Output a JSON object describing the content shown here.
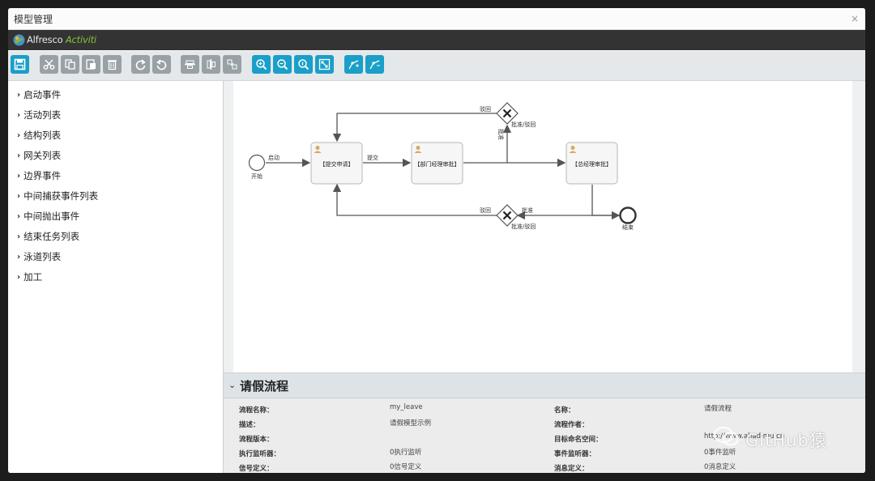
{
  "window": {
    "title": "模型管理",
    "close": "×"
  },
  "brand": {
    "part1": "Alfresco",
    "part2": "Activiti"
  },
  "toolbar": {
    "buttons": [
      "save-icon",
      "cut-icon",
      "copy-icon",
      "paste-icon",
      "delete-icon",
      "redo-icon",
      "undo-icon",
      "align-horizontal-icon",
      "align-vertical-icon",
      "same-size-icon",
      "zoom-in-icon",
      "zoom-out-icon",
      "zoom-actual-icon",
      "zoom-fit-icon",
      "bendpoint-add-icon",
      "bendpoint-remove-icon"
    ]
  },
  "sidebar": {
    "items": [
      {
        "label": "启动事件"
      },
      {
        "label": "活动列表"
      },
      {
        "label": "结构列表"
      },
      {
        "label": "网关列表"
      },
      {
        "label": "边界事件"
      },
      {
        "label": "中间捕获事件列表"
      },
      {
        "label": "中间抛出事件"
      },
      {
        "label": "结束任务列表"
      },
      {
        "label": "泳道列表"
      },
      {
        "label": "加工"
      }
    ]
  },
  "diagram": {
    "start_label": "开始",
    "end_label": "结束",
    "tasks": [
      "【提交申请】",
      "【部门经理审批】",
      "【总经理审批】"
    ],
    "flows": {
      "start": "启动",
      "submit": "提交",
      "reject_top": "驳回",
      "approve_reject_top": "批准/驳回",
      "approve_vertical": "批准",
      "reject_bottom": "驳回",
      "approve_bottom": "批准",
      "approve_reject_bottom": "批准/驳回"
    }
  },
  "properties": {
    "title": "请假流程",
    "rows": [
      {
        "l1": "流程名称：",
        "v1": "my_leave",
        "l2": "名称：",
        "v2": "请假流程"
      },
      {
        "l1": "描述：",
        "v1": "请假模型示例",
        "l2": "流程作者：",
        "v2": ""
      },
      {
        "l1": "流程版本：",
        "v1": "",
        "l2": "目标命名空间：",
        "v2": "http://www.ahad.mu.cn"
      },
      {
        "l1": "执行监听器：",
        "v1": "0执行监听",
        "l2": "事件监听器：",
        "v2": "0事件监听"
      },
      {
        "l1": "信号定义：",
        "v1": "0信号定义",
        "l2": "消息定义：",
        "v2": "0消息定义"
      }
    ]
  },
  "watermark": "GitHub猿"
}
